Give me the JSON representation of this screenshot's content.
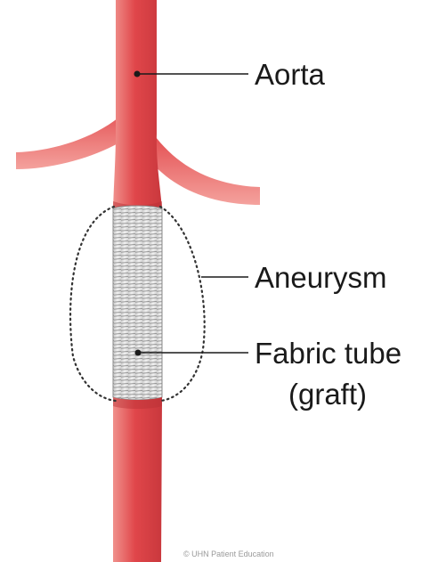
{
  "diagram": {
    "labels": {
      "aorta": "Aorta",
      "aneurysm": "Aneurysm",
      "graft_line1": "Fabric tube",
      "graft_line2": "(graft)"
    },
    "credit": "© UHN Patient Education"
  },
  "colors": {
    "vessel": "#e0464a",
    "vessel_highlight": "#f08a86",
    "vessel_shadow": "#c3343a",
    "graft": "#d9d9d9",
    "graft_stripes": "#8e8e8e",
    "leader_lines": "#1a1a1a",
    "aneurysm_outline": "#333333"
  }
}
